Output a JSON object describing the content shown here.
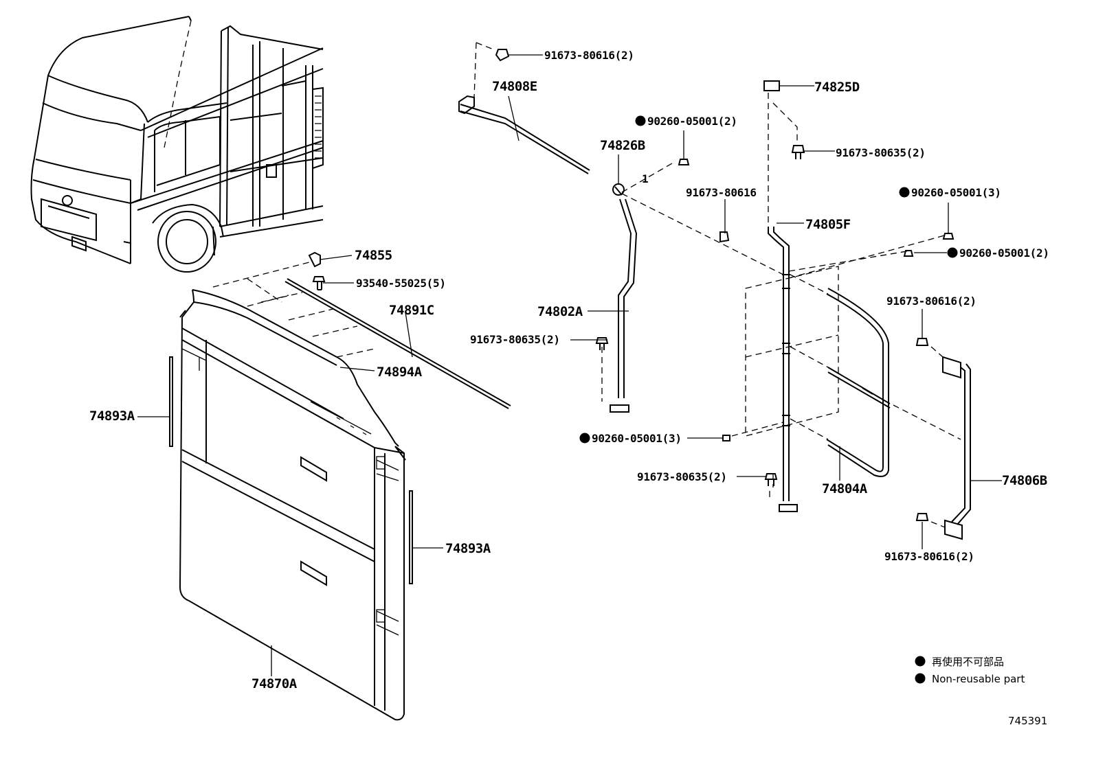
{
  "labels": {
    "p74808E": "74808E",
    "p74826B": "74826B",
    "p74802A": "74802A",
    "p74825D": "74825D",
    "p74805F": "74805F",
    "p74804A": "74804A",
    "p74806B": "74806B",
    "p74855": "74855",
    "p74891C": "74891C",
    "p74894A": "74894A",
    "p74893A_left": "74893A",
    "p74893A_right": "74893A",
    "p74870A": "74870A"
  },
  "fasteners": {
    "f_top": "91673-80616(2)",
    "f_90260_a": "90260-05001(2)",
    "f_91673_80635_top": "91673-80635(2)",
    "f_91673_80616_mid": "91673-80616",
    "f_90260_b": "90260-05001(3)",
    "f_90260_c": "90260-05001(2)",
    "f_93540": "93540-55025(5)",
    "f_91673_80635_left": "91673-80635(2)",
    "f_91673_80616_right": "91673-80616(2)",
    "f_90260_d": "90260-05001(3)",
    "f_91673_80635_bottom": "91673-80635(2)",
    "f_91673_80616_bottom": "91673-80616(2)"
  },
  "legend": {
    "jp": "再使用不可部品",
    "en": "Non-reusable part"
  },
  "code": "745391",
  "callout_one": "1"
}
